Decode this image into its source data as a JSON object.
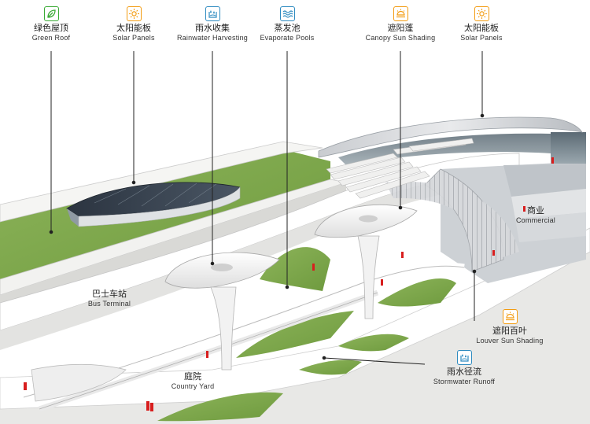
{
  "top_labels": [
    {
      "zh": "绿色屋顶",
      "en": "Green Roof",
      "icon": "leaf-icon",
      "color": "#3aaa35"
    },
    {
      "zh": "太阳能板",
      "en": "Solar Panels",
      "icon": "sun-icon",
      "color": "#f39c12"
    },
    {
      "zh": "雨水收集",
      "en": "Rainwater Harvesting",
      "icon": "rainwater-icon",
      "color": "#2e8bc0"
    },
    {
      "zh": "蒸发池",
      "en": "Evaporate Pools",
      "icon": "waves-icon",
      "color": "#2e8bc0"
    },
    {
      "zh": "遮阳蓬",
      "en": "Canopy Sun Shading",
      "icon": "sun-shade-icon",
      "color": "#f39c12"
    },
    {
      "zh": "太阳能板",
      "en": "Solar Panels",
      "icon": "sun-icon",
      "color": "#f39c12"
    }
  ],
  "inline_labels": {
    "commercial": {
      "zh": "商业",
      "en": "Commercial"
    },
    "bus_terminal": {
      "zh": "巴士车站",
      "en": "Bus Terminal"
    },
    "courtyard": {
      "zh": "庭院",
      "en": "Country Yard"
    }
  },
  "bottom_labels": {
    "louver": {
      "zh": "遮阳百叶",
      "en": "Louver Sun Shading",
      "icon": "sun-shade-icon",
      "color": "#f39c12"
    },
    "stormwater": {
      "zh": "雨水径流",
      "en": "Stormwater Runoff",
      "icon": "rainwater-icon",
      "color": "#2e8bc0"
    }
  },
  "colors": {
    "grass": "#7fa84a",
    "structure": "#f4f4f2",
    "leader": "#222222",
    "people": "#d81e1e"
  }
}
